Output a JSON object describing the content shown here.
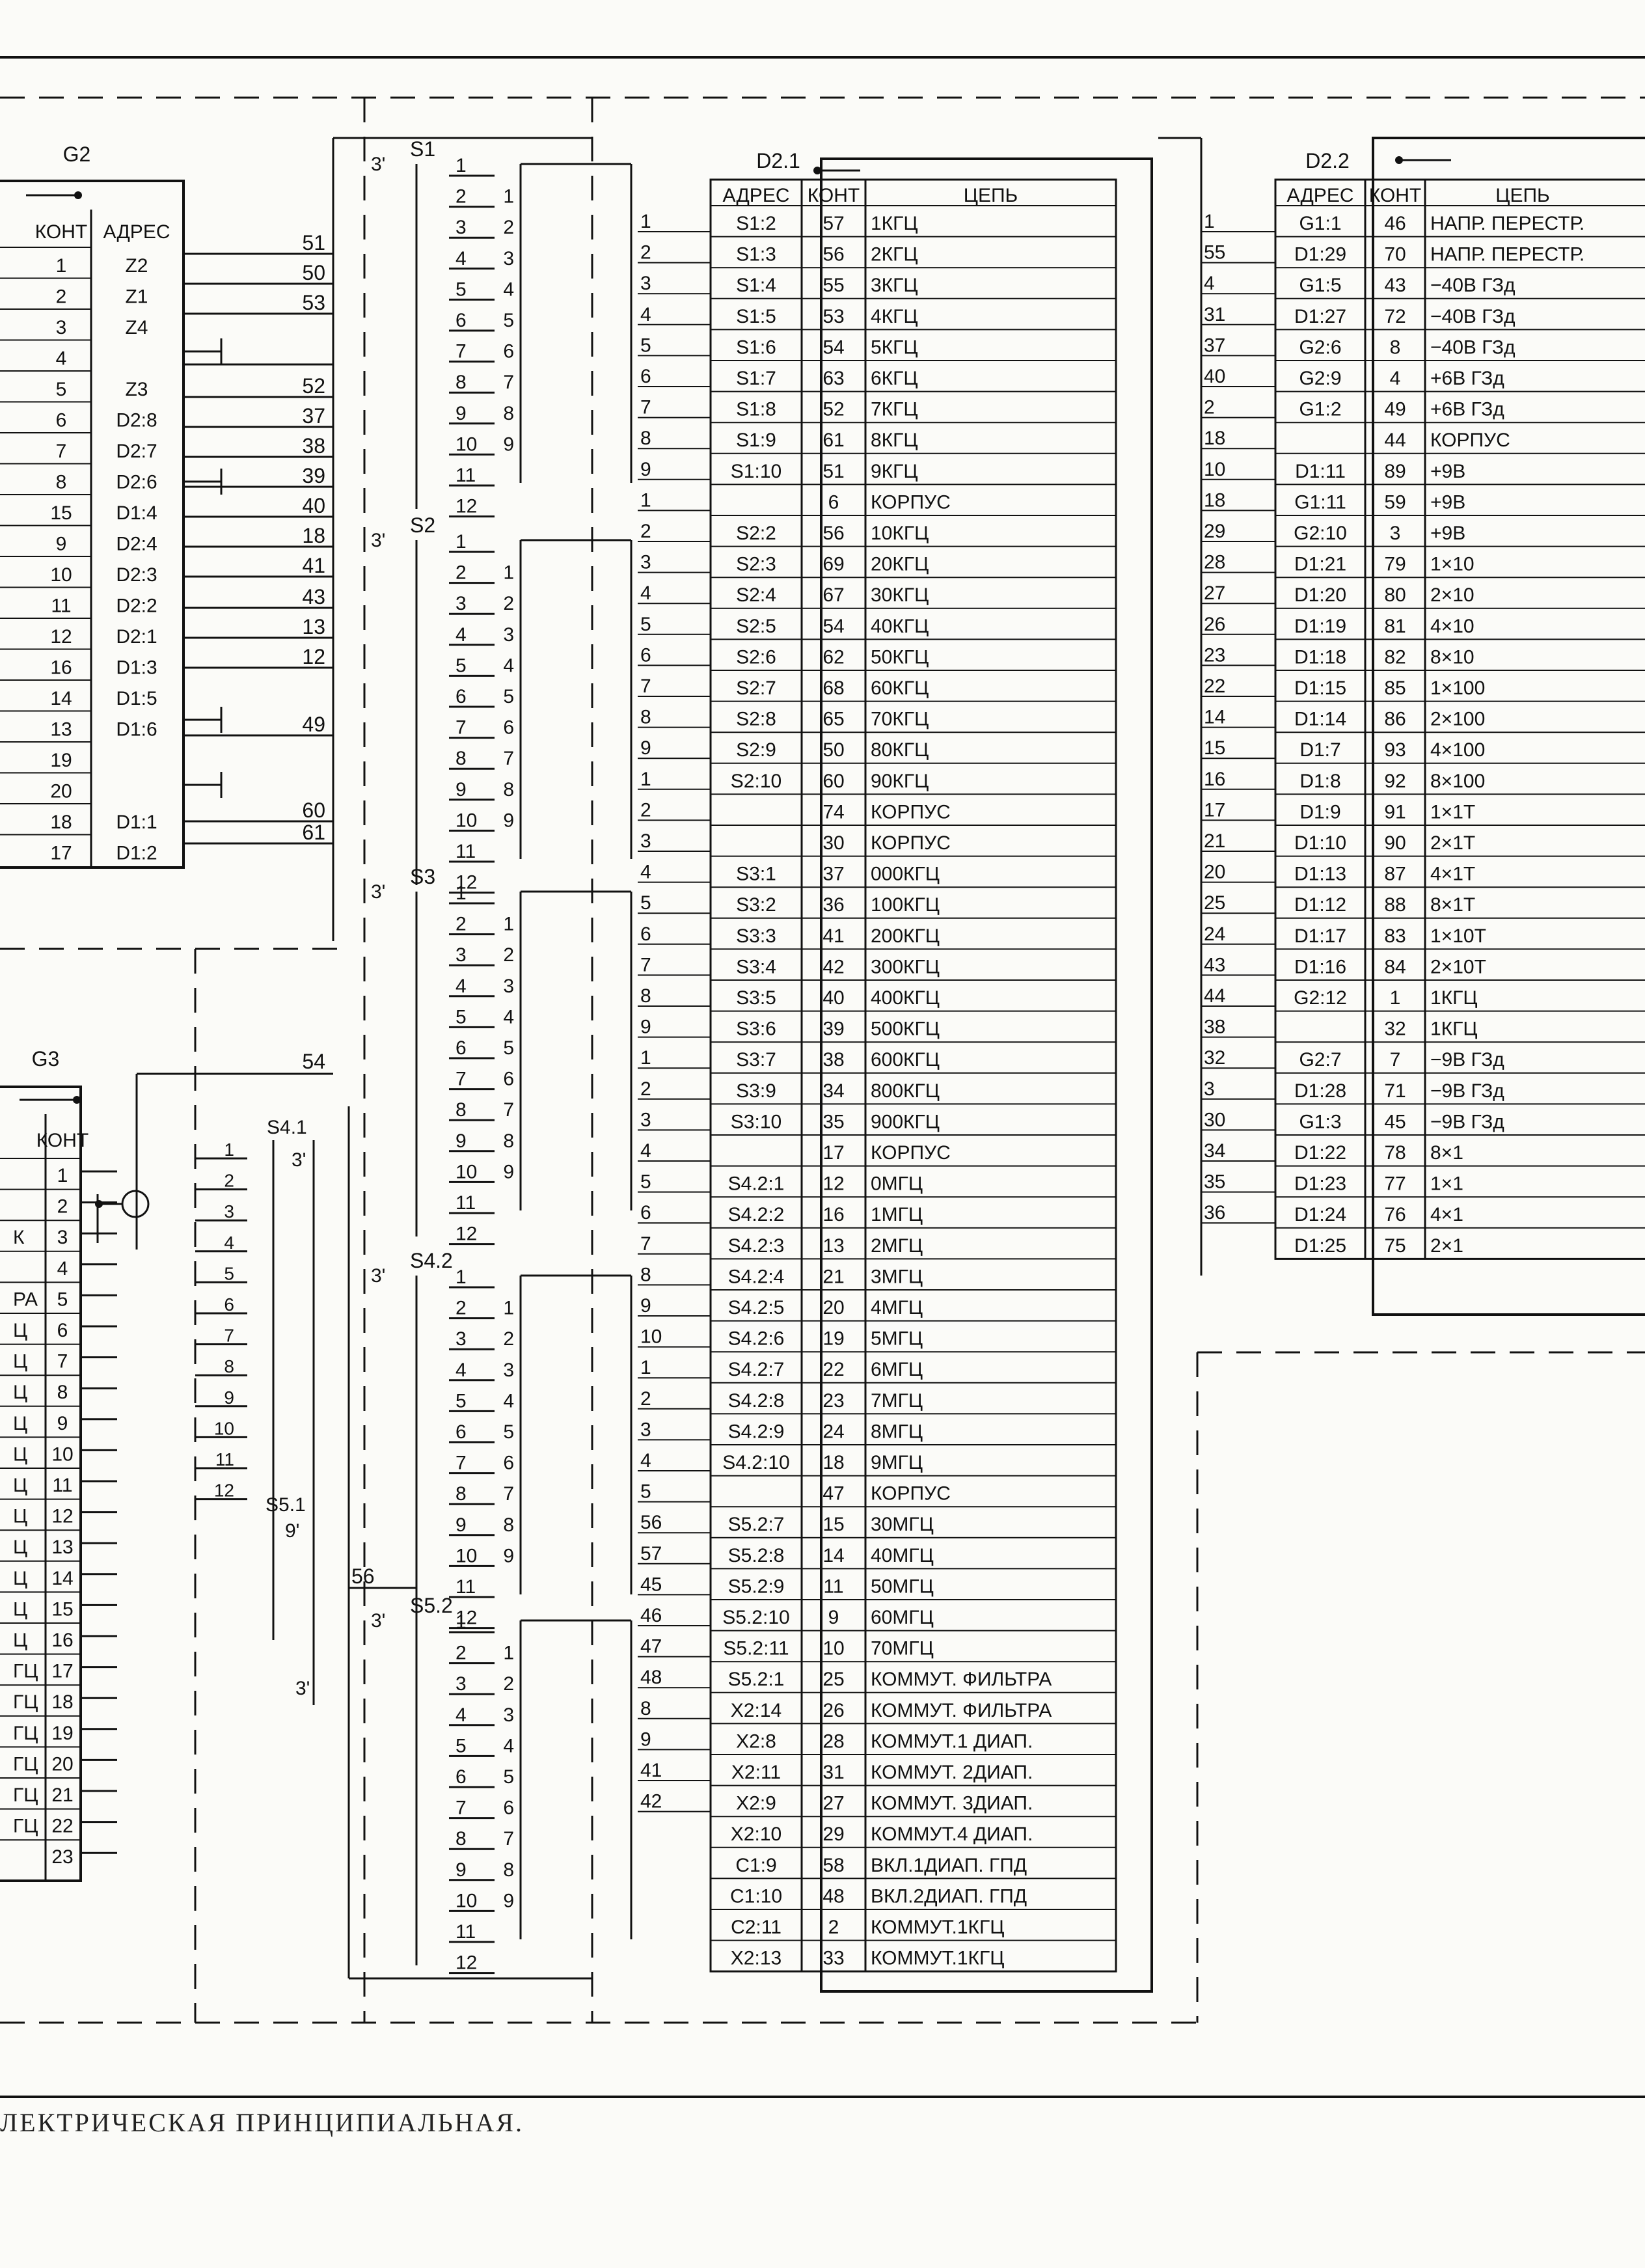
{
  "caption": "ЛЕКТРИЧЕСКАЯ ПРИНЦИПИАЛЬНАЯ.",
  "ink_color": "#111111",
  "paper_color": "#fbfbf8",
  "g2": {
    "label": "G2",
    "header_kont": "КОНТ",
    "header_addr": "АДРЕС",
    "rows": [
      [
        "1",
        "Z2"
      ],
      [
        "2",
        "Z1"
      ],
      [
        "3",
        "Z4"
      ],
      [
        "4",
        ""
      ],
      [
        "5",
        "Z3"
      ],
      [
        "6",
        "D2:8"
      ],
      [
        "7",
        "D2:7"
      ],
      [
        "8",
        "D2:6"
      ],
      [
        "15",
        "D1:4"
      ],
      [
        "9",
        "D2:4"
      ],
      [
        "10",
        "D2:3"
      ],
      [
        "11",
        "D2:2"
      ],
      [
        "12",
        "D2:1"
      ],
      [
        "16",
        "D1:3"
      ],
      [
        "14",
        "D1:5"
      ],
      [
        "13",
        "D1:6"
      ],
      [
        "19",
        ""
      ],
      [
        "20",
        ""
      ],
      [
        "18",
        "D1:1"
      ],
      [
        "17",
        "D1:2"
      ]
    ],
    "wire_numbers": [
      "51",
      "50",
      "53",
      "",
      "52",
      "37",
      "38",
      "39",
      "40",
      "18",
      "41",
      "43",
      "13",
      "12",
      "49",
      "60",
      "61"
    ]
  },
  "g3": {
    "label": "G3",
    "header_kont": "КОНТ",
    "row_texts": [
      "",
      "",
      "К",
      "",
      "РА",
      "Ц",
      "Ц",
      "Ц",
      "Ц",
      "Ц",
      "Ц",
      "Ц",
      "Ц",
      "Ц",
      "Ц",
      "Ц",
      "ГЦ",
      "ГЦ",
      "ГЦ",
      "ГЦ",
      "ГЦ",
      "ГЦ",
      ""
    ],
    "row_nums": [
      "1",
      "2",
      "3",
      "4",
      "5",
      "6",
      "7",
      "8",
      "9",
      "10",
      "11",
      "12",
      "13",
      "14",
      "15",
      "16",
      "17",
      "18",
      "19",
      "20",
      "21",
      "22",
      "23"
    ],
    "wire_54": "54",
    "wire_56": "56"
  },
  "switches": {
    "s1": "S1",
    "s2": "S2",
    "s3": "S3",
    "s41": "S4.1",
    "s42": "S4.2",
    "s51": "S5.1",
    "s52": "S5.2",
    "mark_3": "3'",
    "mark_9": "9'"
  },
  "d21": {
    "label": "D2.1",
    "header_addr": "АДРЕС",
    "header_kont": "КОНТ",
    "header_circ": "ЦЕПЬ",
    "rows": [
      [
        "S1:2",
        "57",
        "1КГЦ"
      ],
      [
        "S1:3",
        "56",
        "2КГЦ"
      ],
      [
        "S1:4",
        "55",
        "3КГЦ"
      ],
      [
        "S1:5",
        "53",
        "4КГЦ"
      ],
      [
        "S1:6",
        "54",
        "5КГЦ"
      ],
      [
        "S1:7",
        "63",
        "6КГЦ"
      ],
      [
        "S1:8",
        "52",
        "7КГЦ"
      ],
      [
        "S1:9",
        "61",
        "8КГЦ"
      ],
      [
        "S1:10",
        "51",
        "9КГЦ"
      ],
      [
        "",
        "6",
        "КОРПУС"
      ],
      [
        "S2:2",
        "56",
        "10КГЦ"
      ],
      [
        "S2:3",
        "69",
        "20КГЦ"
      ],
      [
        "S2:4",
        "67",
        "30КГЦ"
      ],
      [
        "S2:5",
        "54",
        "40КГЦ"
      ],
      [
        "S2:6",
        "62",
        "50КГЦ"
      ],
      [
        "S2:7",
        "68",
        "60КГЦ"
      ],
      [
        "S2:8",
        "65",
        "70КГЦ"
      ],
      [
        "S2:9",
        "50",
        "80КГЦ"
      ],
      [
        "S2:10",
        "60",
        "90КГЦ"
      ],
      [
        "",
        "74",
        "КОРПУС"
      ],
      [
        "",
        "30",
        "КОРПУС"
      ],
      [
        "S3:1",
        "37",
        "000КГЦ"
      ],
      [
        "S3:2",
        "36",
        "100КГЦ"
      ],
      [
        "S3:3",
        "41",
        "200КГЦ"
      ],
      [
        "S3:4",
        "42",
        "300КГЦ"
      ],
      [
        "S3:5",
        "40",
        "400КГЦ"
      ],
      [
        "S3:6",
        "39",
        "500КГЦ"
      ],
      [
        "S3:7",
        "38",
        "600КГЦ"
      ],
      [
        "S3:9",
        "34",
        "800КГЦ"
      ],
      [
        "S3:10",
        "35",
        "900КГЦ"
      ],
      [
        "",
        "17",
        "КОРПУС"
      ],
      [
        "S4.2:1",
        "12",
        "0МГЦ"
      ],
      [
        "S4.2:2",
        "16",
        "1МГЦ"
      ],
      [
        "S4.2:3",
        "13",
        "2МГЦ"
      ],
      [
        "S4.2:4",
        "21",
        "3МГЦ"
      ],
      [
        "S4.2:5",
        "20",
        "4МГЦ"
      ],
      [
        "S4.2:6",
        "19",
        "5МГЦ"
      ],
      [
        "S4.2:7",
        "22",
        "6МГЦ"
      ],
      [
        "S4.2:8",
        "23",
        "7МГЦ"
      ],
      [
        "S4.2:9",
        "24",
        "8МГЦ"
      ],
      [
        "S4.2:10",
        "18",
        "9МГЦ"
      ],
      [
        "",
        "47",
        "КОРПУС"
      ],
      [
        "S5.2:7",
        "15",
        "30МГЦ"
      ],
      [
        "S5.2:8",
        "14",
        "40МГЦ"
      ],
      [
        "S5.2:9",
        "11",
        "50МГЦ"
      ],
      [
        "S5.2:10",
        "9",
        "60МГЦ"
      ],
      [
        "S5.2:11",
        "10",
        "70МГЦ"
      ],
      [
        "S5.2:1",
        "25",
        "КОММУТ. ФИЛЬТРА"
      ],
      [
        "X2:14",
        "26",
        "КОММУТ. ФИЛЬТРА"
      ],
      [
        "X2:8",
        "28",
        "КОММУТ.1 ДИАП."
      ],
      [
        "X2:11",
        "31",
        "КОММУТ. 2ДИАП."
      ],
      [
        "X2:9",
        "27",
        "КОММУТ. 3ДИАП."
      ],
      [
        "X2:10",
        "29",
        "КОММУТ.4 ДИАП."
      ],
      [
        "C1:9",
        "58",
        "ВКЛ.1ДИАП. ГПД"
      ],
      [
        "C1:10",
        "48",
        "ВКЛ.2ДИАП. ГПД"
      ],
      [
        "C2:11",
        "2",
        "КОММУТ.1КГЦ"
      ],
      [
        "X2:13",
        "33",
        "КОММУТ.1КГЦ"
      ]
    ],
    "left_wire_numbers": [
      "1",
      "2",
      "3",
      "4",
      "5",
      "6",
      "7",
      "8",
      "9",
      "1",
      "2",
      "3",
      "4",
      "5",
      "6",
      "7",
      "8",
      "9",
      "1",
      "2",
      "3",
      "4",
      "5",
      "6",
      "7",
      "8",
      "9",
      "1",
      "2",
      "3",
      "4",
      "5",
      "6",
      "7",
      "8",
      "9",
      "10",
      "1",
      "2",
      "3",
      "4",
      "5",
      "56",
      "57",
      "45",
      "46",
      "47",
      "48",
      "8",
      "9",
      "41",
      "42"
    ]
  },
  "d22": {
    "label": "D2.2",
    "header_addr": "АДРЕС",
    "header_kont": "КОНТ",
    "header_circ": "ЦЕПЬ",
    "rows": [
      [
        "G1:1",
        "46",
        "НАПР. ПЕРЕСТР."
      ],
      [
        "D1:29",
        "70",
        "НАПР. ПЕРЕСТР."
      ],
      [
        "G1:5",
        "43",
        "−40В ГЗд"
      ],
      [
        "D1:27",
        "72",
        "−40В ГЗд"
      ],
      [
        "G2:6",
        "8",
        "−40В ГЗд"
      ],
      [
        "G2:9",
        "4",
        "+6В ГЗд"
      ],
      [
        "G1:2",
        "49",
        "+6В ГЗд"
      ],
      [
        "",
        "44",
        "КОРПУС"
      ],
      [
        "D1:11",
        "89",
        "+9В"
      ],
      [
        "G1:11",
        "59",
        "+9В"
      ],
      [
        "G2:10",
        "3",
        "+9В"
      ],
      [
        "D1:21",
        "79",
        "1×10"
      ],
      [
        "D1:20",
        "80",
        "2×10"
      ],
      [
        "D1:19",
        "81",
        "4×10"
      ],
      [
        "D1:18",
        "82",
        "8×10"
      ],
      [
        "D1:15",
        "85",
        "1×100"
      ],
      [
        "D1:14",
        "86",
        "2×100"
      ],
      [
        "D1:7",
        "93",
        "4×100"
      ],
      [
        "D1:8",
        "92",
        "8×100"
      ],
      [
        "D1:9",
        "91",
        "1×1Т"
      ],
      [
        "D1:10",
        "90",
        "2×1Т"
      ],
      [
        "D1:13",
        "87",
        "4×1Т"
      ],
      [
        "D1:12",
        "88",
        "8×1Т"
      ],
      [
        "D1:17",
        "83",
        "1×10Т"
      ],
      [
        "D1:16",
        "84",
        "2×10Т"
      ],
      [
        "G2:12",
        "1",
        "1КГЦ"
      ],
      [
        "",
        "32",
        "1КГЦ"
      ],
      [
        "G2:7",
        "7",
        "−9В ГЗд"
      ],
      [
        "D1:28",
        "71",
        "−9В ГЗд"
      ],
      [
        "G1:3",
        "45",
        "−9В ГЗд"
      ],
      [
        "D1:22",
        "78",
        "8×1"
      ],
      [
        "D1:23",
        "77",
        "1×1"
      ],
      [
        "D1:24",
        "76",
        "4×1"
      ],
      [
        "D1:25",
        "75",
        "2×1"
      ]
    ],
    "left_wire_numbers": [
      "1",
      "55",
      "4",
      "31",
      "37",
      "40",
      "2",
      "18",
      "10",
      "18",
      "29",
      "28",
      "27",
      "26",
      "23",
      "22",
      "14",
      "15",
      "16",
      "17",
      "21",
      "20",
      "25",
      "24",
      "43",
      "44",
      "38",
      "32",
      "3",
      "30",
      "34",
      "35",
      "36"
    ]
  }
}
